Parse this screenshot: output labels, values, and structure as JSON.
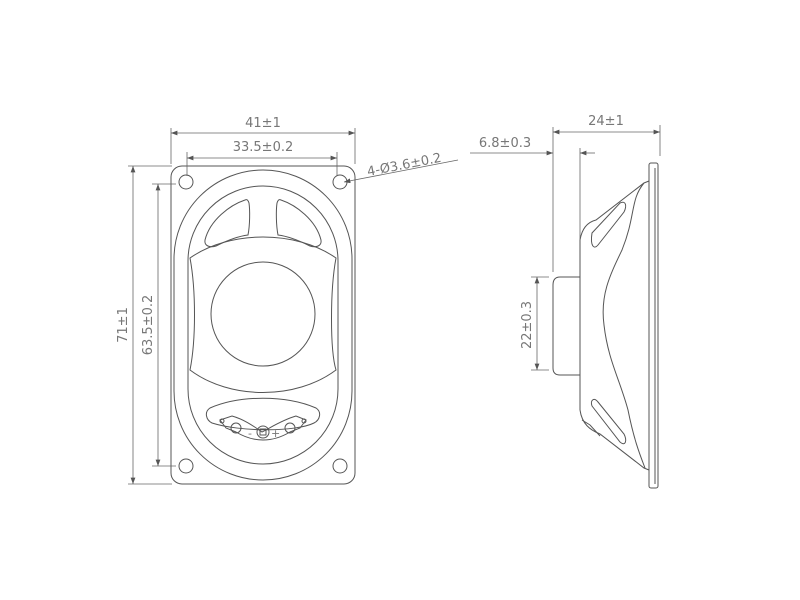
{
  "drawing": {
    "front_view": {
      "overall_width": "41±1",
      "hole_spacing_width": "33.5±0.2",
      "overall_height": "71±1",
      "hole_spacing_height": "63.5±0.2",
      "mounting_holes": "4-Ø3.6±0.2",
      "terminal_minus": "-",
      "terminal_plus": "+"
    },
    "side_view": {
      "overall_depth": "24±1",
      "magnet_depth": "6.8±0.3",
      "magnet_diameter": "22±0.3"
    }
  }
}
